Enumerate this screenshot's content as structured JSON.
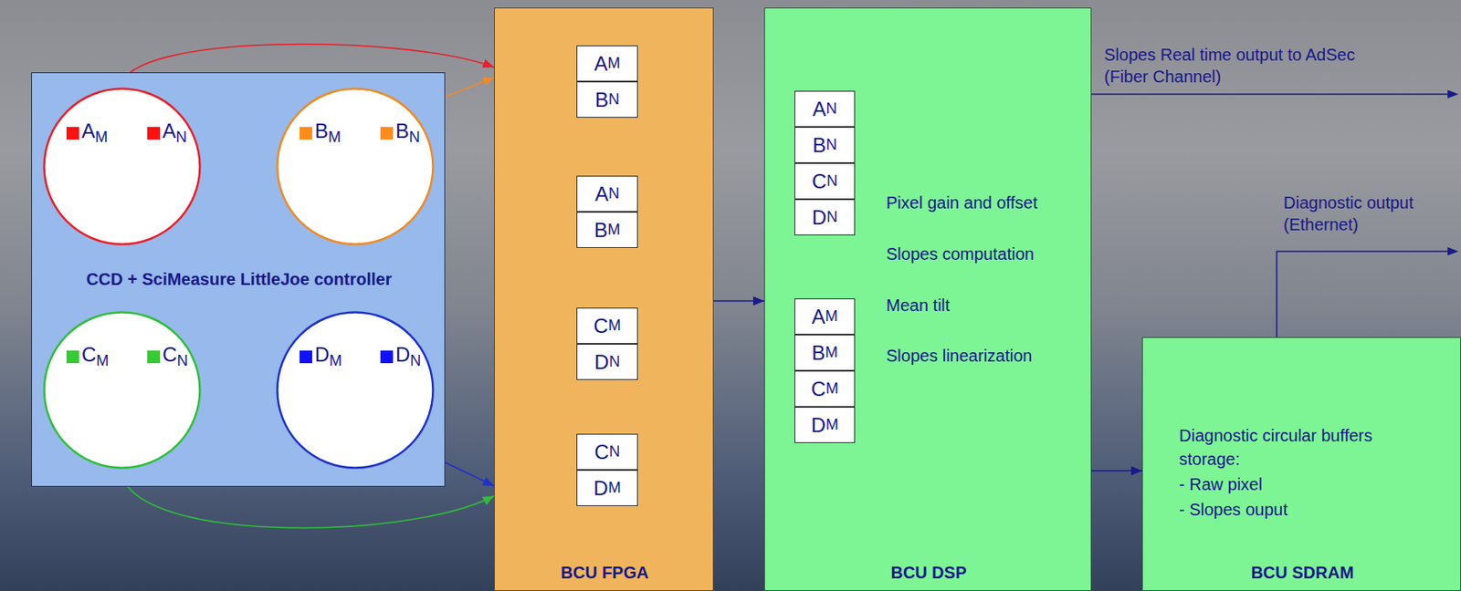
{
  "diagram": {
    "nodes": [
      {
        "text": [
          "CCD + SciMeasure LittleJoe controller"
        ]
      },
      {
        "text": [
          "AM",
          "AN"
        ],
        "in": 0
      },
      {
        "text": [
          "BM",
          "BN"
        ],
        "in": 0
      },
      {
        "text": [
          "CM",
          "CN"
        ],
        "in": 0
      },
      {
        "text": [
          "DM",
          "DN"
        ],
        "in": 0
      },
      {
        "text": [
          "BCU FPGA"
        ]
      },
      {
        "text": [
          "AM"
        ],
        "in": 5
      },
      {
        "text": [
          "BN"
        ],
        "in": 5
      },
      {
        "text": [
          "AN"
        ],
        "in": 5
      },
      {
        "text": [
          "BM"
        ],
        "in": 5
      },
      {
        "text": [
          "CM"
        ],
        "in": 5
      },
      {
        "text": [
          "DN"
        ],
        "in": 5
      },
      {
        "text": [
          "CN"
        ],
        "in": 5
      },
      {
        "text": [
          "DM"
        ],
        "in": 5
      },
      {
        "text": [
          "Pixel gain and offset",
          "Slopes computation",
          "Mean tilt",
          "Slopes linearization",
          "BCU DSP"
        ]
      },
      {
        "text": [
          "AN"
        ],
        "in": 14
      },
      {
        "text": [
          "BN"
        ],
        "in": 14
      },
      {
        "text": [
          "CN"
        ],
        "in": 14
      },
      {
        "text": [
          "DN"
        ],
        "in": 14
      },
      {
        "text": [
          "AM"
        ],
        "in": 14
      },
      {
        "text": [
          "BM"
        ],
        "in": 14
      },
      {
        "text": [
          "CM"
        ],
        "in": 14
      },
      {
        "text": [
          "DM"
        ],
        "in": 14
      },
      {
        "text": [
          "Diagnostic circular buffers storage:",
          "- Raw pixel",
          "- Slopes ouput",
          "BCU SDRAM"
        ]
      }
    ],
    "edges": [
      {
        "from": 1,
        "to": 5,
        "arrow": "to"
      },
      {
        "from": 2,
        "to": 5,
        "arrow": "to"
      },
      {
        "from": 3,
        "to": 5,
        "arrow": "to"
      },
      {
        "from": 4,
        "to": 5,
        "arrow": "to"
      },
      {
        "from": 5,
        "to": 14,
        "arrow": "to"
      },
      {
        "from": 14,
        "to": 23,
        "arrow": "to"
      }
    ],
    "labels": [
      "Slopes Real time output to AdSec (Fiber Channel)",
      "Diagnostic output (Ethernet)"
    ]
  }
}
